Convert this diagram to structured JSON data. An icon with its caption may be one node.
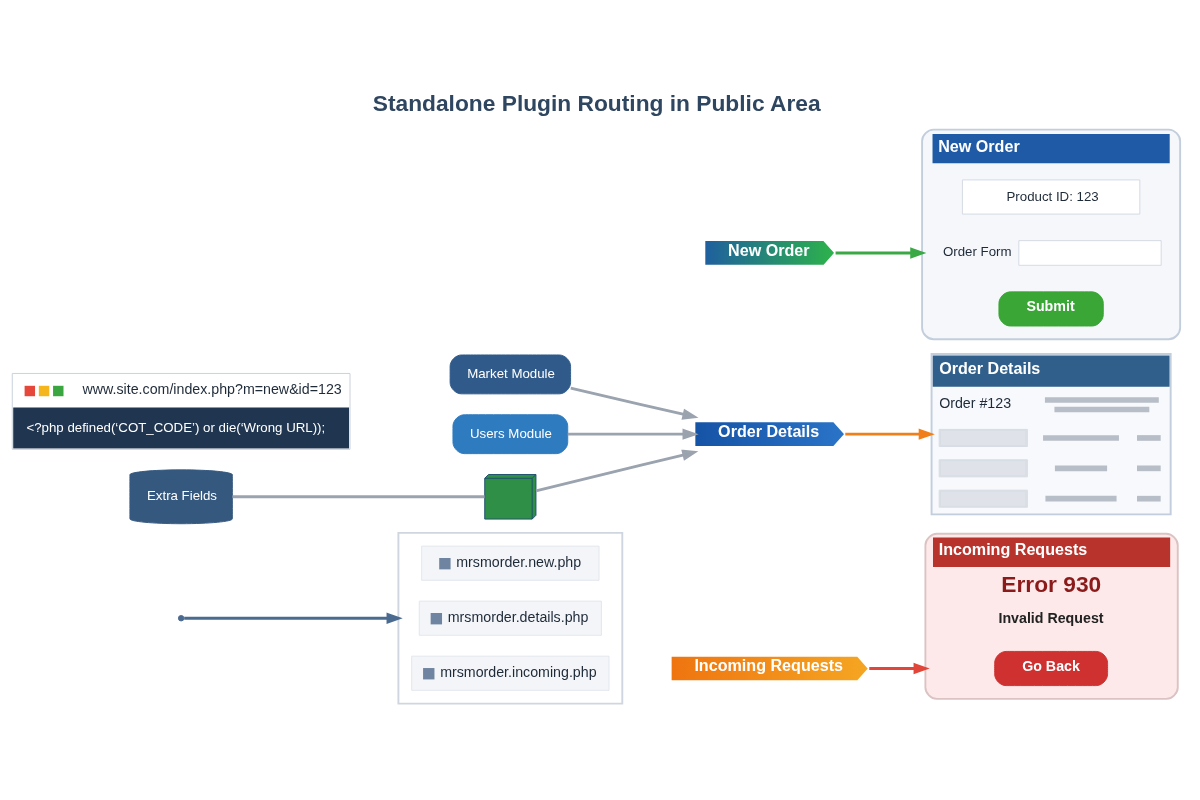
{
  "diagram": {
    "title": "Standalone Plugin Routing in Public Area",
    "nodes": [
      {
        "text": [
          "www.site.com/index.php?m=new&id=123",
          "<?php defined(‘COT_CODE’) or die(‘Wrong URL));"
        ]
      },
      {
        "text": [
          "Market Module"
        ]
      },
      {
        "text": [
          "Users Module"
        ]
      },
      {
        "text": [
          "Extra Fields"
        ]
      },
      {
        "text": [],
        "shape": "box"
      },
      {
        "text": [
          "New Order"
        ]
      },
      {
        "text": [
          "Order Details"
        ]
      },
      {
        "text": [
          "Incoming Requests"
        ]
      },
      {
        "text": [
          "New Order"
        ]
      },
      {
        "text": [
          "Product ID: 123"
        ],
        "in": 8
      },
      {
        "text": [],
        "shape": "box",
        "beside": [
          "Order Form"
        ],
        "in": 8
      },
      {
        "text": [
          "Submit"
        ],
        "in": 8
      },
      {
        "text": [
          "Order Details",
          "Order #123"
        ]
      },
      {
        "text": [
          "Incoming Requests",
          "Error 930",
          "Invalid Request"
        ]
      },
      {
        "text": [
          "Go Back"
        ],
        "in": 13
      },
      {
        "text": [],
        "shape": "box"
      },
      {
        "text": [
          "mrsmorder.new.php"
        ],
        "in": 15
      },
      {
        "text": [
          "mrsmorder.details.php"
        ],
        "in": 15
      },
      {
        "text": [
          "mrsmorder.incoming.php"
        ],
        "in": 15
      }
    ],
    "edges": [
      {
        "from": 1,
        "to": 6,
        "arrow": "to",
        "color": "#9aa3ae"
      },
      {
        "from": 2,
        "to": 6,
        "arrow": "to",
        "color": "#9aa3ae"
      },
      {
        "from": 3,
        "to": 4,
        "arrow": "none",
        "color": "#9aa3ae"
      },
      {
        "from": 4,
        "to": 6,
        "arrow": "to",
        "color": "#9aa3ae"
      },
      {
        "from": 5,
        "to": 8,
        "arrow": "to",
        "color": "#3aa845"
      },
      {
        "from": 6,
        "to": 12,
        "arrow": "to",
        "color": "#f07f1a"
      },
      {
        "from": 7,
        "to": 13,
        "arrow": "to",
        "color": "#e0473a"
      },
      {
        "from": null,
        "to": 15,
        "arrow": "to",
        "color": "#4a6a90"
      }
    ]
  }
}
